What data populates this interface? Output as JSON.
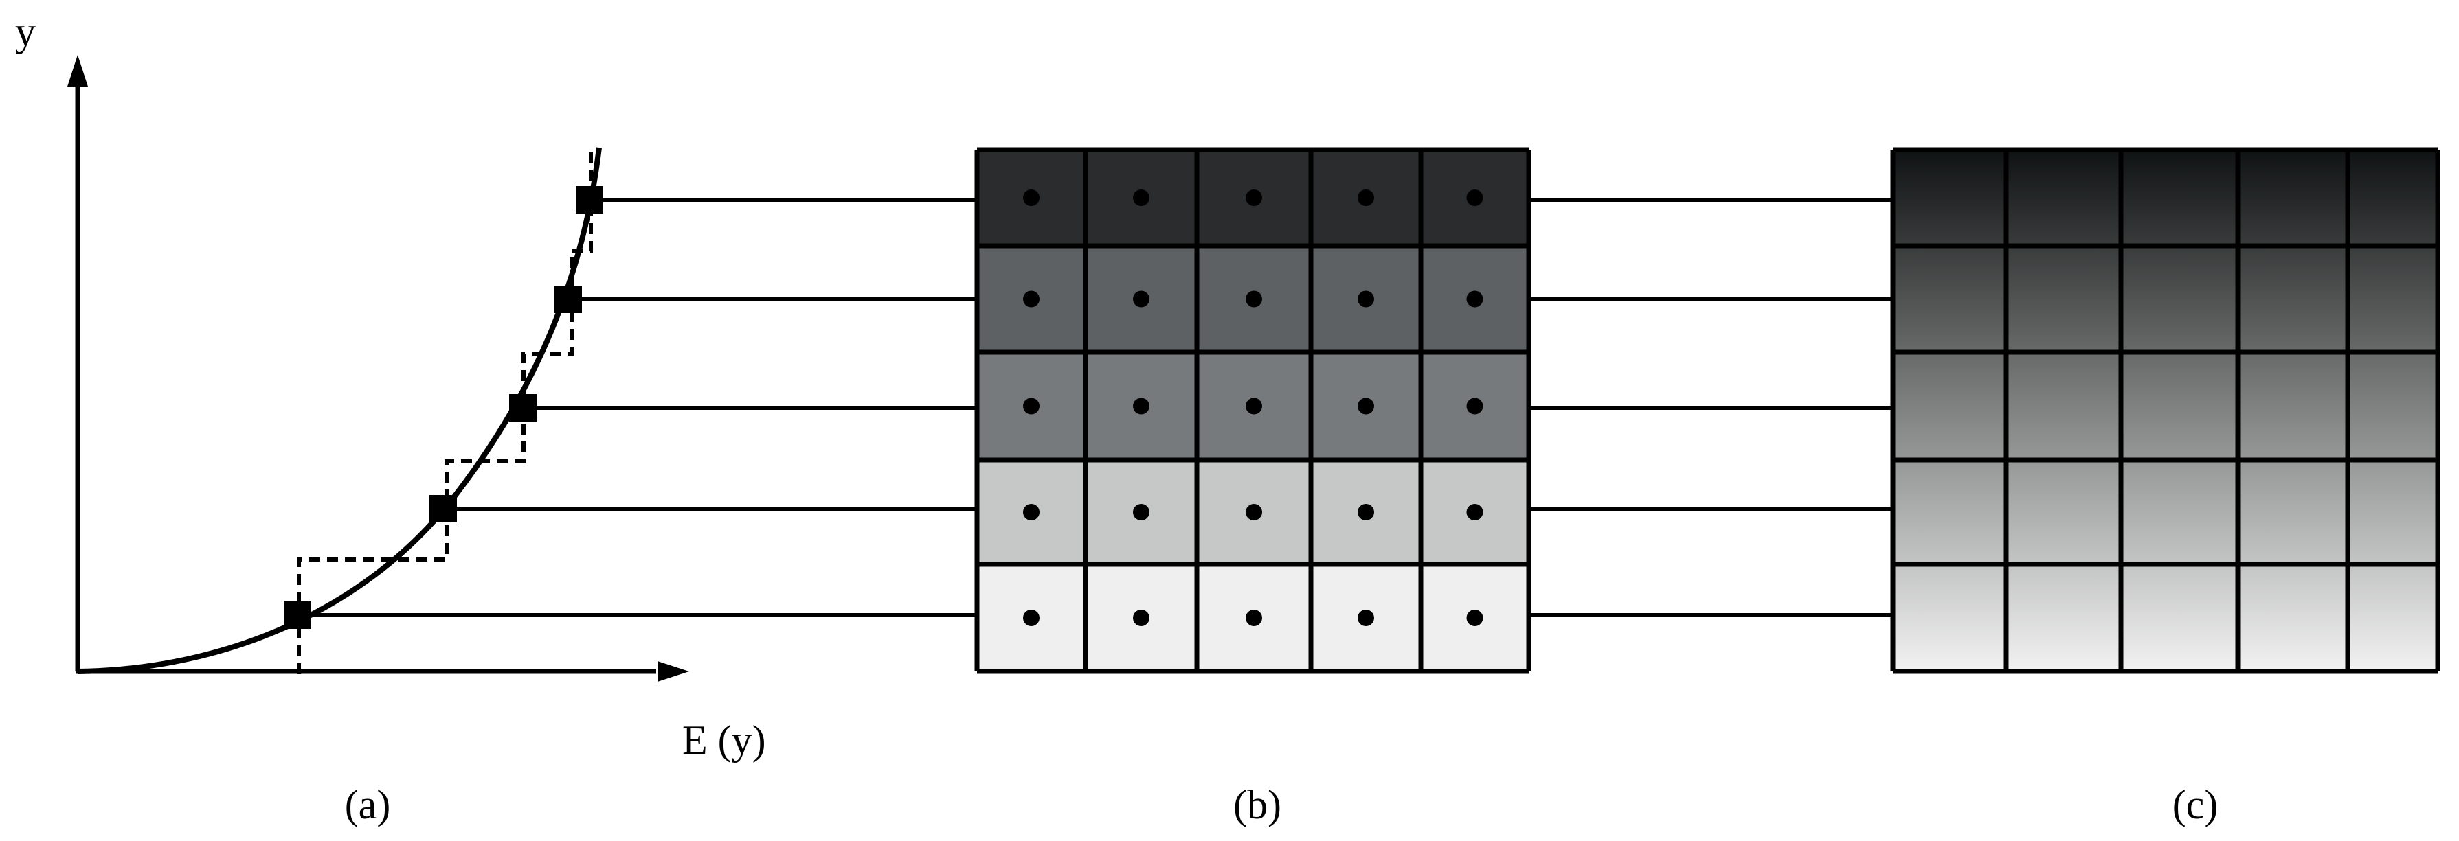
{
  "axes": {
    "y_label": "y",
    "x_label": "E (y)"
  },
  "panel_labels": {
    "a": "(a)",
    "b": "(b)",
    "c": "(c)"
  },
  "grid": {
    "rows": 5,
    "cols": 5
  },
  "colors": {
    "line": "#000000",
    "grid_b_rows": [
      "#2a2c2d",
      "#5e6163",
      "#777a7c",
      "#c6c8c7",
      "#efefef"
    ],
    "grid_c_top": "#101313",
    "grid_c_bottom": "#f2f2f2"
  }
}
